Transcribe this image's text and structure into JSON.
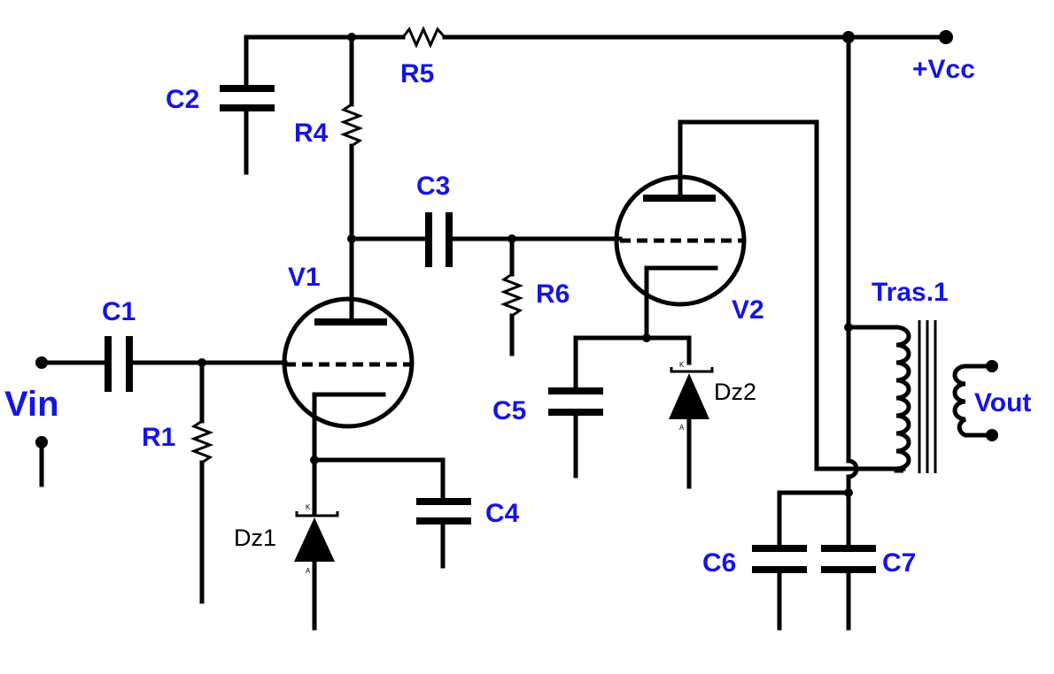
{
  "labels": {
    "vcc": "+Vcc",
    "vin": "Vin",
    "vout": "Vout",
    "c1": "C1",
    "c2": "C2",
    "c3": "C3",
    "c4": "C4",
    "c5": "C5",
    "c6": "C6",
    "c7": "C7",
    "r1": "R1",
    "r4": "R4",
    "r5": "R5",
    "r6": "R6",
    "v1": "V1",
    "v2": "V2",
    "dz1": "Dz1",
    "dz2": "Dz2",
    "tras": "Tras.1",
    "diode_k": "K",
    "diode_a": "A"
  },
  "colors": {
    "label": "#1414e6",
    "wire": "#000000",
    "background": "#ffffff"
  }
}
